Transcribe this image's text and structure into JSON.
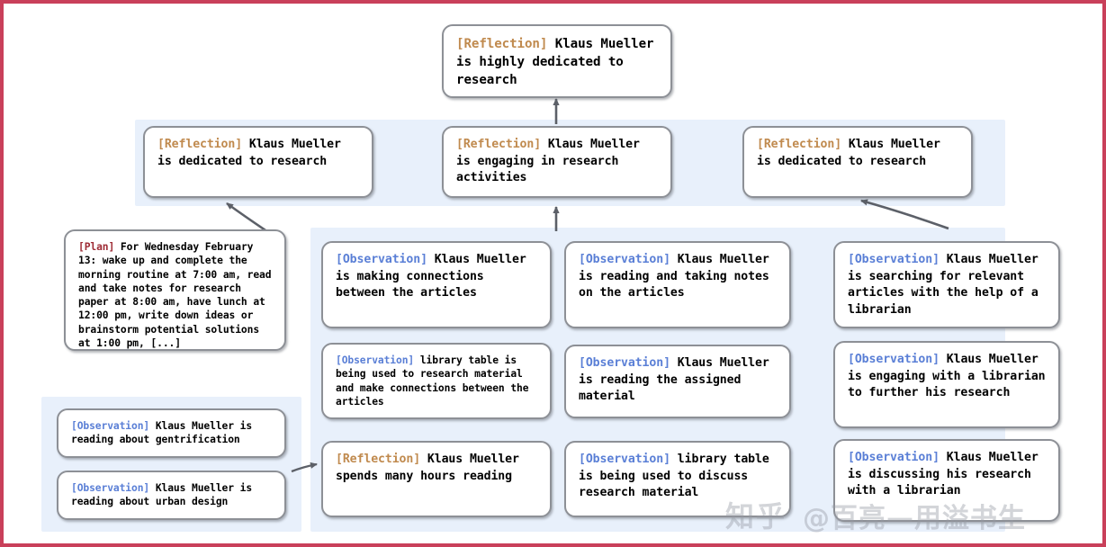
{
  "figure": {
    "title": "Agent memory reflection tree",
    "border_color": "#c9405a",
    "panel_color": "#e8f0fb",
    "node_border_color": "#8d9096",
    "tag_colors": {
      "reflection": "#c08a4e",
      "observation": "#5a7fd6",
      "plan": "#9e2b35"
    }
  },
  "root": {
    "tag": "[Reflection]",
    "text": " Klaus Mueller is highly dedicated to research"
  },
  "level2": [
    {
      "tag": "[Reflection]",
      "text": " Klaus Mueller is dedicated to research"
    },
    {
      "tag": "[Reflection]",
      "text": " Klaus Mueller is engaging in research activities"
    },
    {
      "tag": "[Reflection]",
      "text": " Klaus Mueller is dedicated to research"
    }
  ],
  "plan": {
    "tag": "[Plan]",
    "text": " For Wednesday February 13: wake up and complete the morning routine at 7:00 am, read and take notes for research paper at 8:00 am, have lunch at 12:00 pm, write down ideas or brainstorm potential solutions at 1:00 pm, [...]"
  },
  "left_observations": [
    {
      "tag": "[Observation]",
      "text": " Klaus Mueller is reading about gentrification"
    },
    {
      "tag": "[Observation]",
      "text": " Klaus Mueller is reading about urban design"
    }
  ],
  "column_a": [
    {
      "tag": "[Observation]",
      "text": " Klaus Mueller is making connections between the articles"
    },
    {
      "tag": "[Observation]",
      "text": " library table is being used to research material and make connections between the articles"
    },
    {
      "tag": "[Reflection]",
      "text": " Klaus Mueller spends many hours reading"
    }
  ],
  "column_b": [
    {
      "tag": "[Observation]",
      "text": " Klaus Mueller is reading and taking notes on the articles"
    },
    {
      "tag": "[Observation]",
      "text": " Klaus Mueller is reading the assigned material"
    },
    {
      "tag": "[Observation]",
      "text": " library table is being used to discuss research material"
    }
  ],
  "column_c": [
    {
      "tag": "[Observation]",
      "text": " Klaus Mueller is searching for relevant articles with the help of a librarian"
    },
    {
      "tag": "[Observation]",
      "text": " Klaus Mueller is engaging with a librarian to further his research"
    },
    {
      "tag": "[Observation]",
      "text": " Klaus Mueller is discussing his research with a librarian"
    }
  ],
  "watermark": {
    "logo": "知乎",
    "text": "@百亮—用溢书生"
  }
}
